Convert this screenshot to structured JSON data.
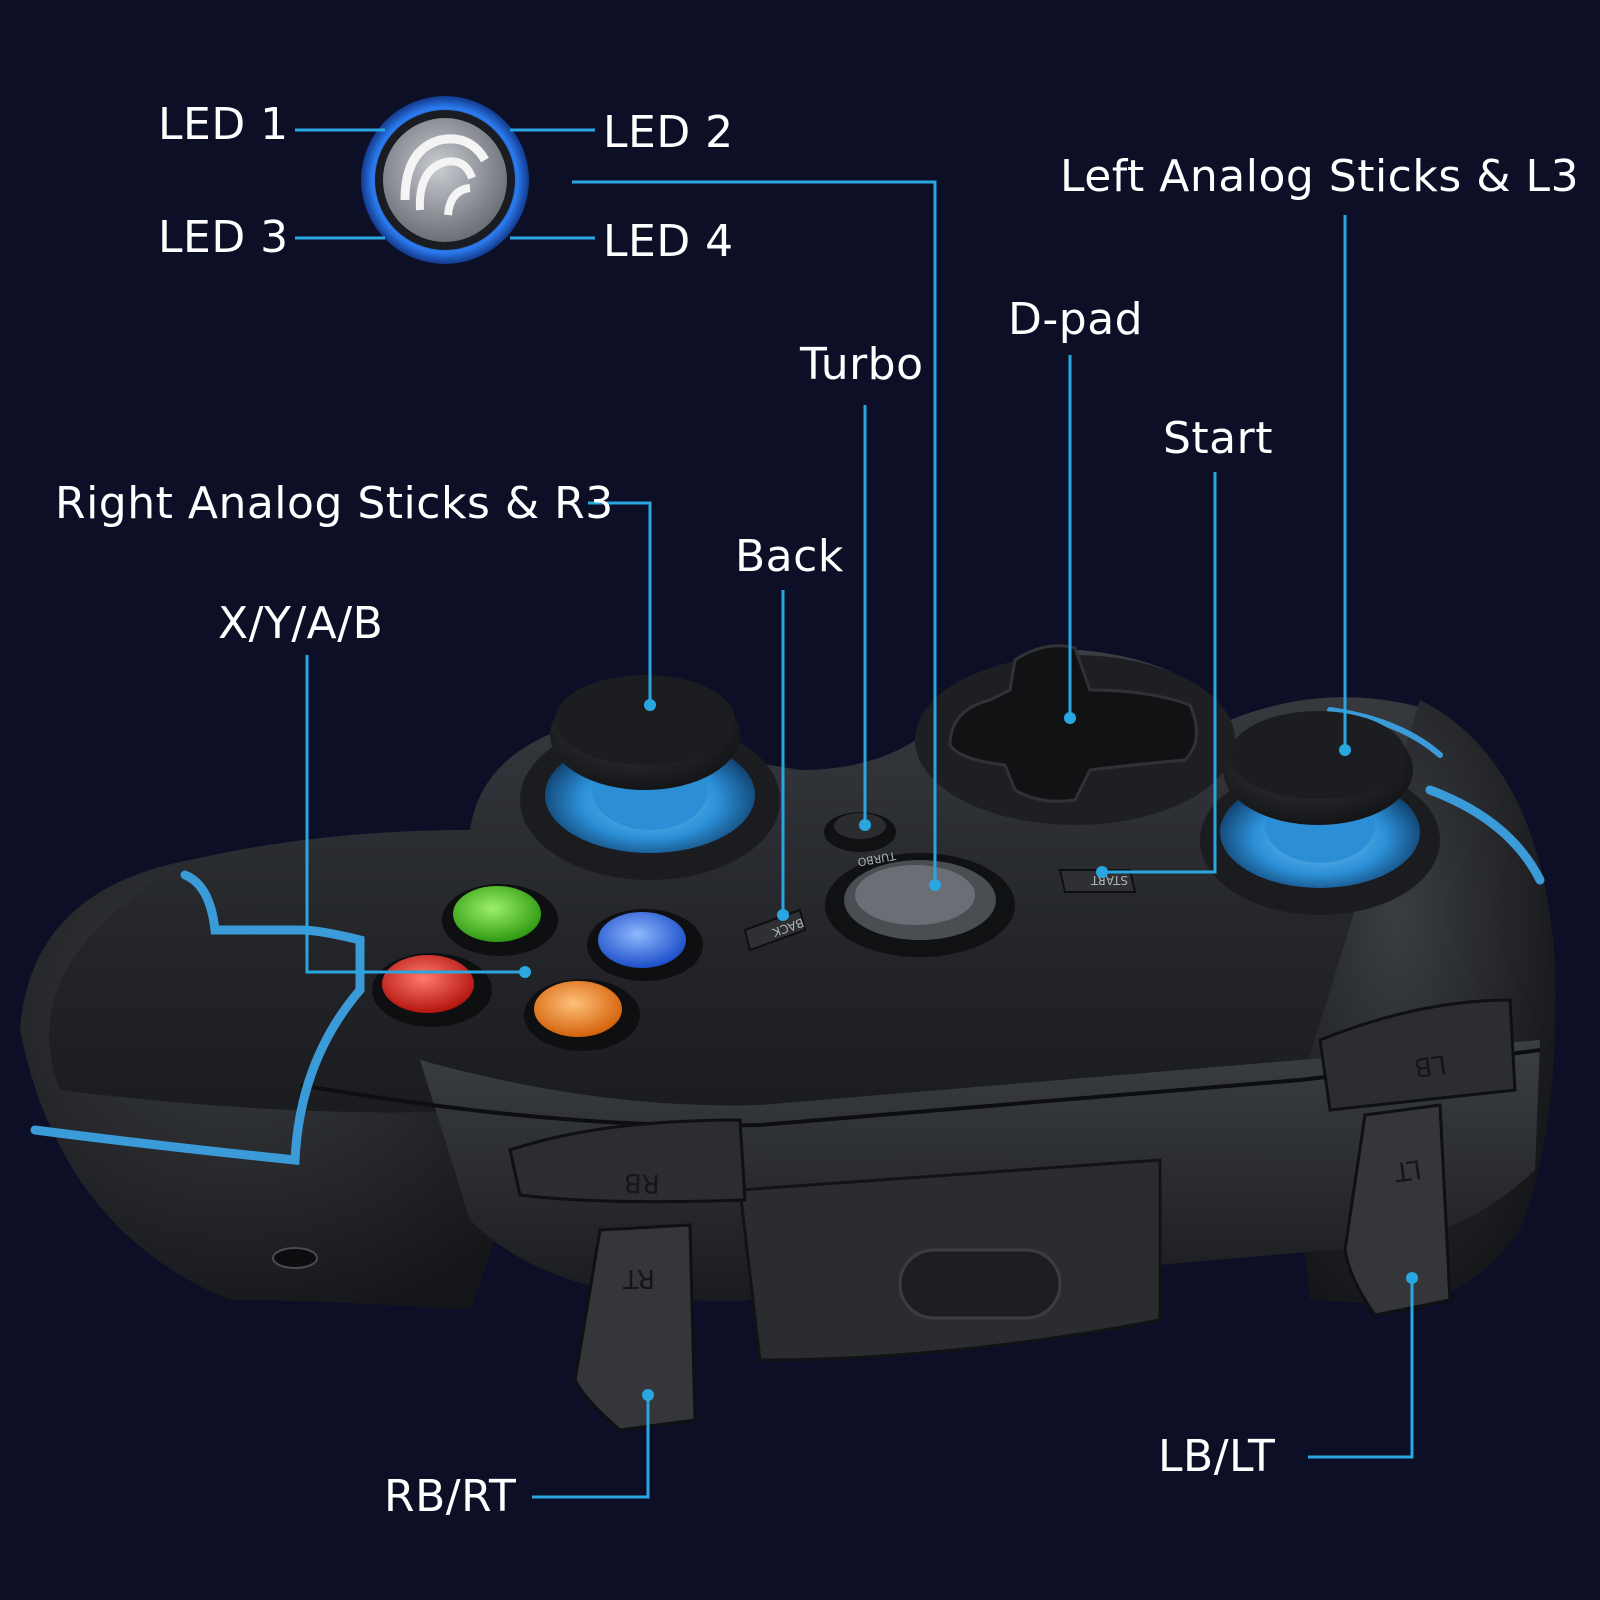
{
  "labels": {
    "led1": "LED 1",
    "led2": "LED 2",
    "led3": "LED 3",
    "led4": "LED 4",
    "left_stick": "Left Analog Sticks & L3",
    "dpad": "D-pad",
    "turbo": "Turbo",
    "start": "Start",
    "right_stick": "Right Analog Sticks & R3",
    "back": "Back",
    "xyab": "X/Y/A/B",
    "rb_rt": "RB/RT",
    "lb_lt": "LB/LT"
  },
  "controller_markings": {
    "rb": "RB",
    "rt": "RT",
    "lb": "LB",
    "lt": "LT",
    "back": "BACK",
    "start": "START",
    "turbo": "TURBO"
  },
  "colors": {
    "background": "#0d0f26",
    "callout_line": "#2aa6e0",
    "accent_blue": "#3a9bd8",
    "button_green": "#4cc321",
    "button_blue": "#2f6de0",
    "button_red": "#d9221a",
    "button_orange": "#f07a12"
  }
}
